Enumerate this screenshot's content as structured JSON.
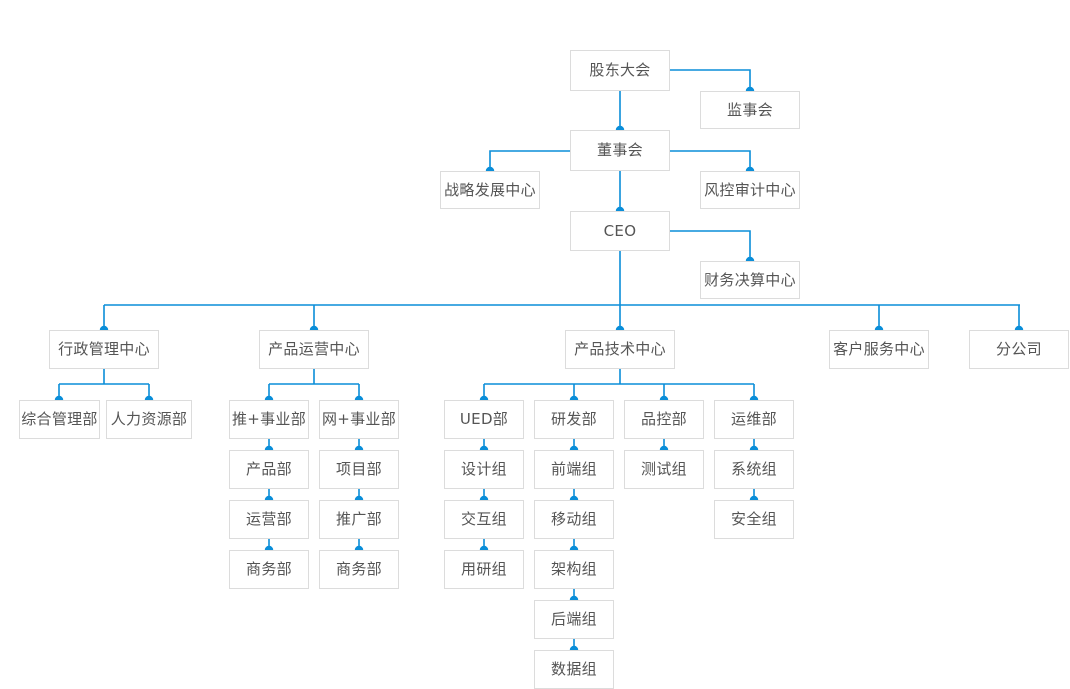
{
  "chart_data": {
    "type": "diagram",
    "title": "",
    "diagram_kind": "organization-chart",
    "orientation": "top-down",
    "colors": {
      "connector": "#0a8ed9",
      "node_dot": "#0a8ed9",
      "node_border": "#dcdcdc",
      "node_background": "#ffffff",
      "node_text": "#555555",
      "page_background": "#ffffff"
    },
    "levels": [
      [
        "股东大会"
      ],
      [
        "监事会"
      ],
      [
        "董事会"
      ],
      [
        "战略发展中心",
        "风控审计中心"
      ],
      [
        "CEO"
      ],
      [
        "财务决算中心"
      ],
      [
        "行政管理中心",
        "产品运营中心",
        "产品技术中心",
        "客户服务中心",
        "分公司"
      ]
    ],
    "edges": [
      {
        "from": "股东大会",
        "to": "监事会",
        "style": "elbow-right"
      },
      {
        "from": "股东大会",
        "to": "董事会",
        "style": "straight-down"
      },
      {
        "from": "董事会",
        "to": "战略发展中心",
        "style": "elbow-left"
      },
      {
        "from": "董事会",
        "to": "风控审计中心",
        "style": "elbow-right"
      },
      {
        "from": "董事会",
        "to": "CEO",
        "style": "straight-down"
      },
      {
        "from": "CEO",
        "to": "财务决算中心",
        "style": "elbow-right"
      },
      {
        "from": "CEO",
        "to": "行政管理中心",
        "style": "bus"
      },
      {
        "from": "CEO",
        "to": "产品运营中心",
        "style": "bus"
      },
      {
        "from": "CEO",
        "to": "产品技术中心",
        "style": "bus"
      },
      {
        "from": "CEO",
        "to": "客户服务中心",
        "style": "bus"
      },
      {
        "from": "CEO",
        "to": "分公司",
        "style": "bus"
      }
    ],
    "branches": [
      {
        "parent": "行政管理中心",
        "children": [
          {
            "label": "综合管理部",
            "chain": []
          },
          {
            "label": "人力资源部",
            "chain": []
          }
        ]
      },
      {
        "parent": "产品运营中心",
        "children": [
          {
            "label": "推+事业部",
            "chain": [
              "产品部",
              "运营部",
              "商务部"
            ]
          },
          {
            "label": "网+事业部",
            "chain": [
              "项目部",
              "推广部",
              "商务部"
            ]
          }
        ]
      },
      {
        "parent": "产品技术中心",
        "children": [
          {
            "label": "UED部",
            "chain": [
              "设计组",
              "交互组",
              "用研组"
            ]
          },
          {
            "label": "研发部",
            "chain": [
              "前端组",
              "移动组",
              "架构组",
              "后端组",
              "数据组"
            ]
          },
          {
            "label": "品控部",
            "chain": [
              "测试组"
            ]
          },
          {
            "label": "运维部",
            "chain": [
              "系统组",
              "安全组"
            ]
          }
        ]
      },
      {
        "parent": "客户服务中心",
        "children": []
      },
      {
        "parent": "分公司",
        "children": []
      }
    ]
  },
  "nodes": {
    "shareholders_meeting": "股东大会",
    "supervisory_board": "监事会",
    "board_of_directors": "董事会",
    "strategy_development_center": "战略发展中心",
    "risk_audit_center": "风控审计中心",
    "ceo": "CEO",
    "finance_settlement_center": "财务决算中心",
    "admin_management_center": "行政管理中心",
    "product_operations_center": "产品运营中心",
    "product_technology_center": "产品技术中心",
    "customer_service_center": "客户服务中心",
    "branch_company": "分公司",
    "general_management_dept": "综合管理部",
    "human_resources_dept": "人力资源部",
    "tui_plus_business_unit": "推+事业部",
    "wang_plus_business_unit": "网+事业部",
    "product_dept": "产品部",
    "project_dept": "项目部",
    "operations_dept": "运营部",
    "promotion_dept": "推广部",
    "business_dept_left": "商务部",
    "business_dept_right": "商务部",
    "ued_dept": "UED部",
    "rnd_dept": "研发部",
    "quality_control_dept": "品控部",
    "operations_maintenance_dept": "运维部",
    "design_group": "设计组",
    "frontend_group": "前端组",
    "test_group": "测试组",
    "system_group": "系统组",
    "interaction_group": "交互组",
    "mobile_group": "移动组",
    "security_group": "安全组",
    "user_research_group": "用研组",
    "architecture_group": "架构组",
    "backend_group": "后端组",
    "data_group": "数据组"
  }
}
